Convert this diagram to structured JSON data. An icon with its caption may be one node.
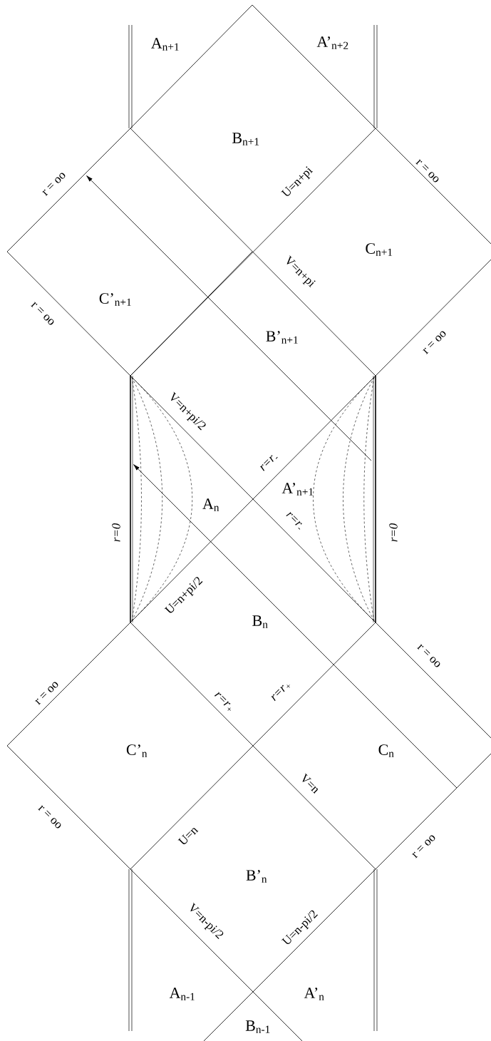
{
  "diagram": {
    "labels": [
      "A$_{n+1}$",
      "A’$_{n+2}$",
      "B$_{n+1}$",
      "r = oo",
      "U=n+pi",
      "r = oo",
      "C$_{n+1}$",
      "r = oo",
      "C’$_{n+1}$",
      "V=n+pi",
      "B’$_{n+1}$",
      "r = oo",
      "V=n+pi/2",
      "r=r$_{-}$",
      "A’$_{n+1}$",
      "A$_{n}$",
      "r=r$_{-}$",
      "r=0",
      "r=0",
      "U=n+pi/2",
      "B$_{n}$",
      "r = oo",
      "r = oo",
      "r=r$_{+}$",
      "r=r$_{+}$",
      "C’$_{n}$",
      "C$_{n}$",
      "V=n",
      "r = oo",
      "U=n",
      "r = oo",
      "B’$_{n}$",
      "V=n-pi/2",
      "U=n-pi/2",
      "A$_{n-1}$",
      "A’$_{n}$",
      "B$_{n-1}$"
    ]
  }
}
